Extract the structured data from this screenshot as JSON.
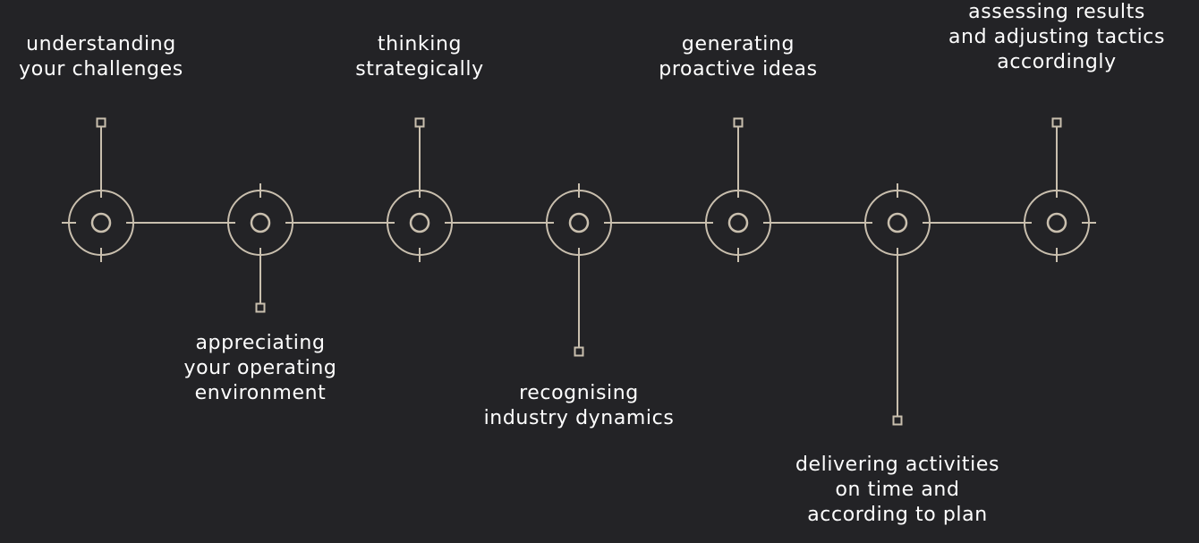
{
  "colors": {
    "background": "#232326",
    "line": "#c9bfae",
    "text": "#ffffff"
  },
  "milestones": [
    {
      "icon": "target-icon",
      "lines": [
        "understanding",
        "your challenges"
      ]
    },
    {
      "icon": "target-icon",
      "lines": [
        "appreciating",
        "your operating",
        "environment"
      ]
    },
    {
      "icon": "target-icon",
      "lines": [
        "thinking",
        "strategically"
      ]
    },
    {
      "icon": "target-icon",
      "lines": [
        "recognising",
        "industry dynamics"
      ]
    },
    {
      "icon": "target-icon",
      "lines": [
        "generating",
        "proactive ideas"
      ]
    },
    {
      "icon": "target-icon",
      "lines": [
        "delivering activities",
        "on time and",
        "according to plan"
      ]
    },
    {
      "icon": "target-icon",
      "lines": [
        "assessing results",
        "and adjusting tactics",
        "accordingly"
      ]
    }
  ]
}
